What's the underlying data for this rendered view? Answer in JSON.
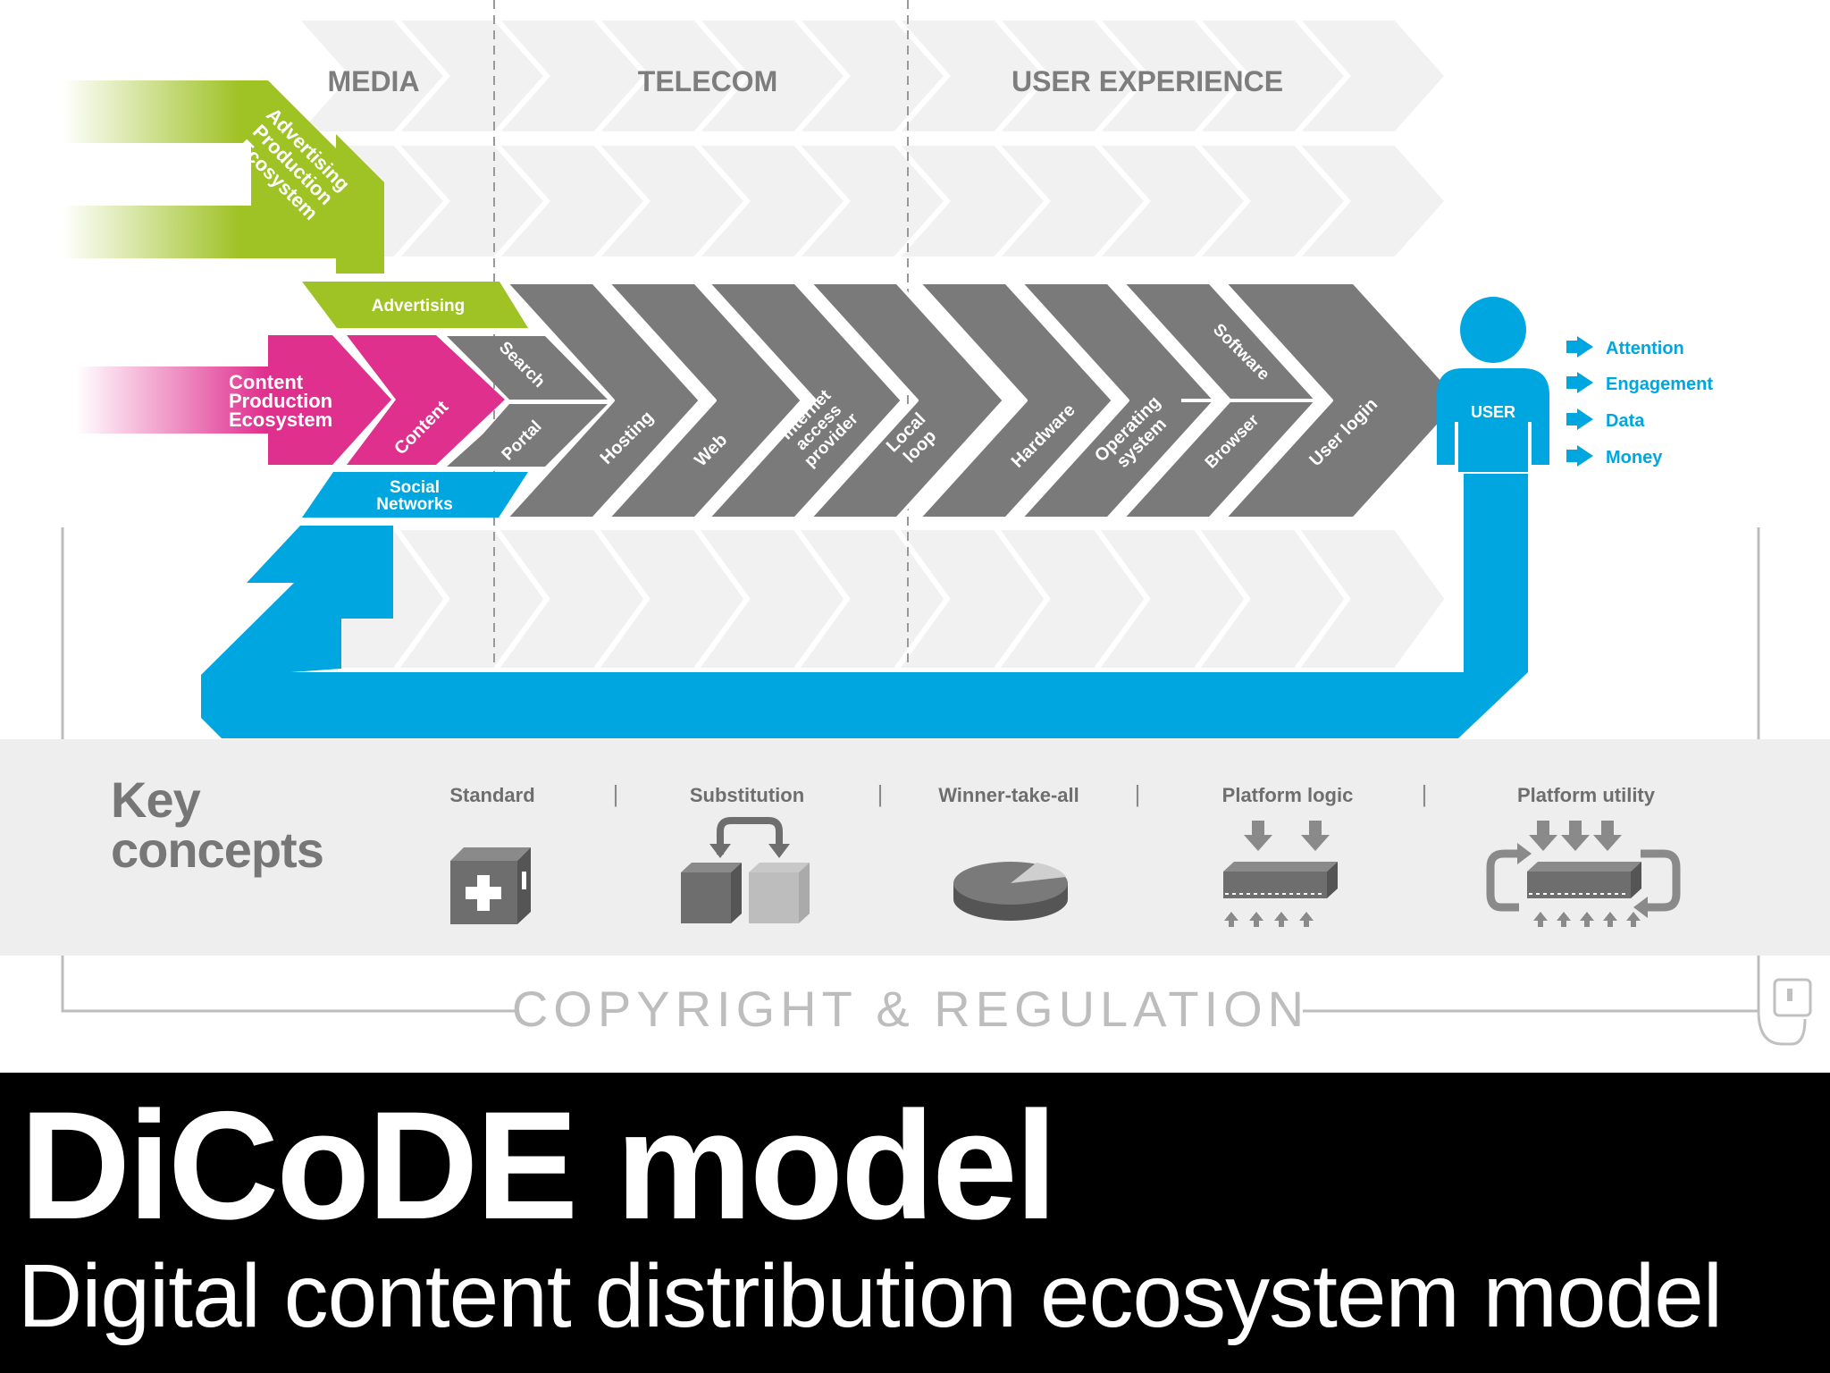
{
  "header": {
    "media": "MEDIA",
    "telecom": "TELECOM",
    "user_experience": "USER EXPERIENCE"
  },
  "inputs": {
    "advertising_ecosystem": [
      "Advertising",
      "Production",
      "Ecosystem"
    ],
    "advertising": "Advertising",
    "content_ecosystem": [
      "Content",
      "Production",
      "Ecosystem"
    ],
    "content": "Content",
    "search": "Search",
    "portal": "Portal",
    "social_networks": [
      "Social",
      "Networks"
    ]
  },
  "chain": {
    "hosting": "Hosting",
    "web": "Web",
    "isp": [
      "Internet",
      "access",
      "provider"
    ],
    "local_loop": [
      "Local",
      "loop"
    ],
    "hardware": "Hardware",
    "operating_system": [
      "Operating",
      "system"
    ],
    "software": "Software",
    "browser": "Browser",
    "user_login": "User login"
  },
  "user": {
    "label": "USER",
    "outputs": [
      "Attention",
      "Engagement",
      "Data",
      "Money"
    ]
  },
  "key_concepts": {
    "title": [
      "Key",
      "concepts"
    ],
    "items": [
      "Standard",
      "Substitution",
      "Winner-take-all",
      "Platform logic",
      "Platform utility"
    ],
    "separator": "|"
  },
  "footer_frame": "COPYRIGHT & REGULATION",
  "title": "DiCoDE model",
  "subtitle": "Digital content distribution ecosystem model",
  "colors": {
    "green": "#9fc225",
    "magenta": "#e0308e",
    "blue": "#00a6df",
    "gray": "#7a7a7a",
    "light_chevron": "#f1f1f1",
    "band": "#eeeeee",
    "icon": "#6e6e6e"
  }
}
